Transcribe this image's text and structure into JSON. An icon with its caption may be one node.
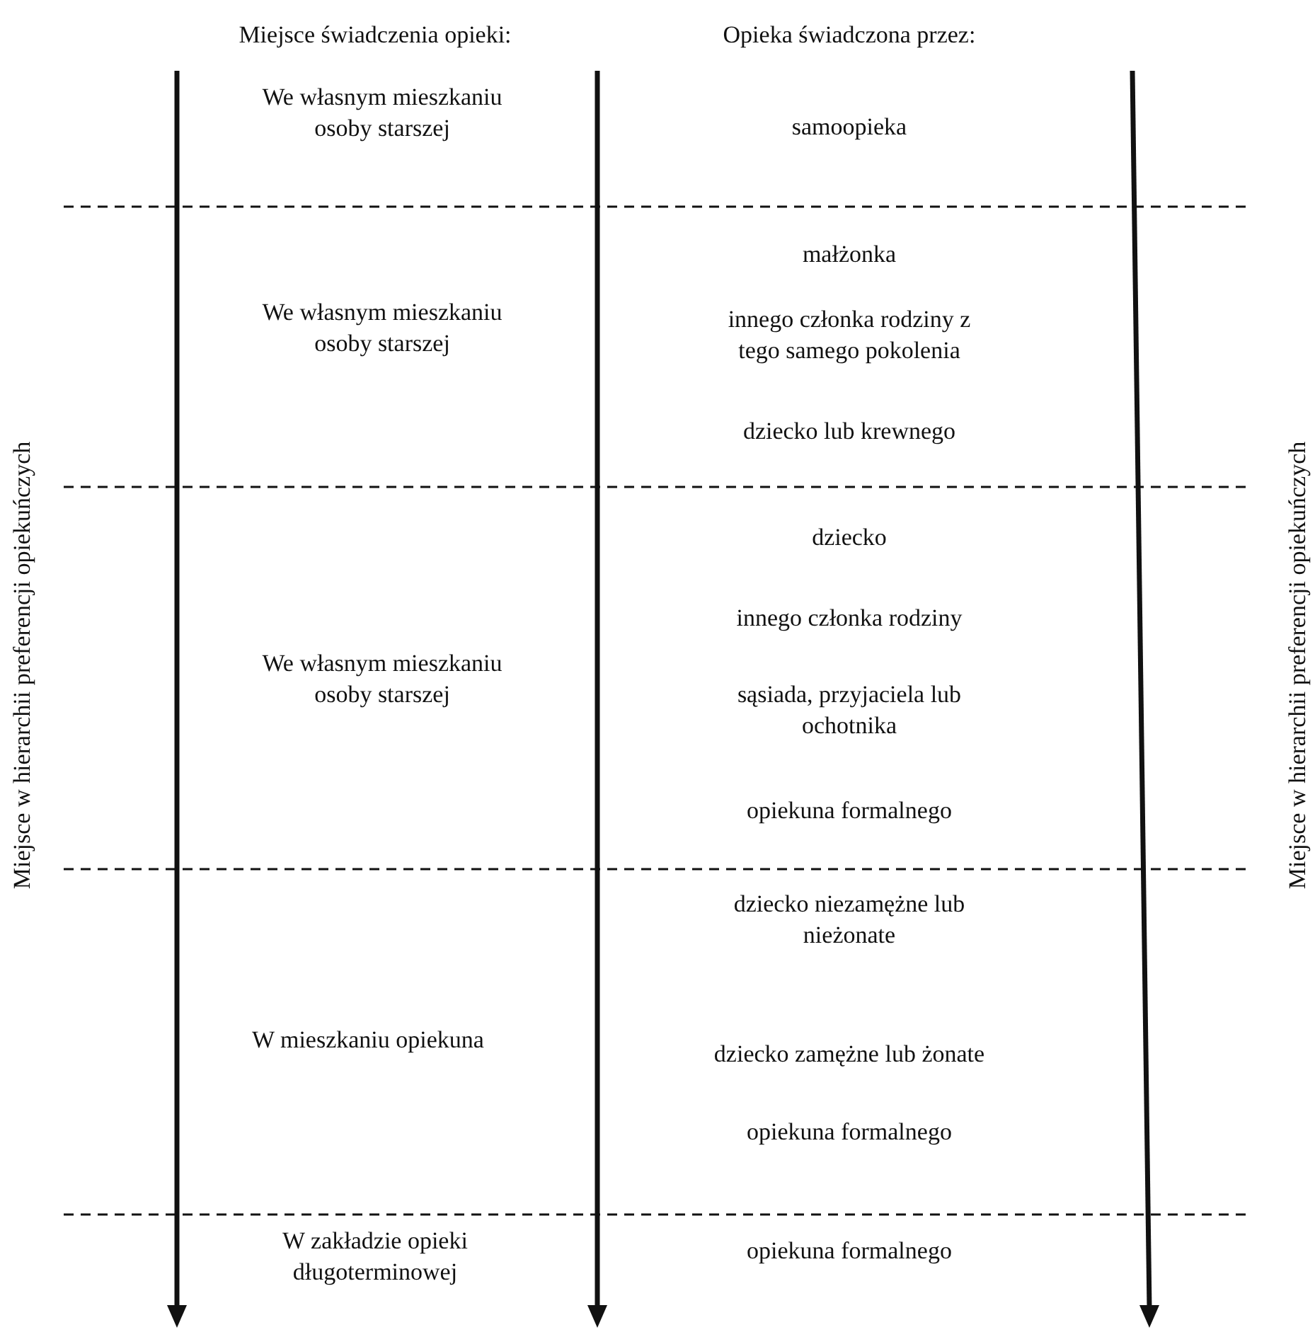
{
  "diagram": {
    "labels": [
      "Miejsce świadczenia opieki:",
      "Opieka świadczona przez:",
      "We własnym mieszkaniu osoby starszej",
      "samoopieka",
      "We własnym mieszkaniu osoby starszej",
      "małżonka",
      "innego członka rodziny z tego samego pokolenia",
      "dziecko lub krewnego",
      "We własnym mieszkaniu osoby starszej",
      "dziecko",
      "innego członka rodziny",
      "sąsiada, przyjaciela lub ochotnika",
      "opiekuna formalnego",
      "dziecko niezamężne lub nieżonate",
      "W mieszkaniu opiekuna",
      "dziecko zamężne lub żonate",
      "opiekuna formalnego",
      "W zakładzie opieki długoterminowej",
      "opiekuna formalnego",
      "Miejsce w hierarchii preferencji opiekuńczych",
      "Miejsce w hierarchii preferencji opiekuńczych"
    ]
  }
}
